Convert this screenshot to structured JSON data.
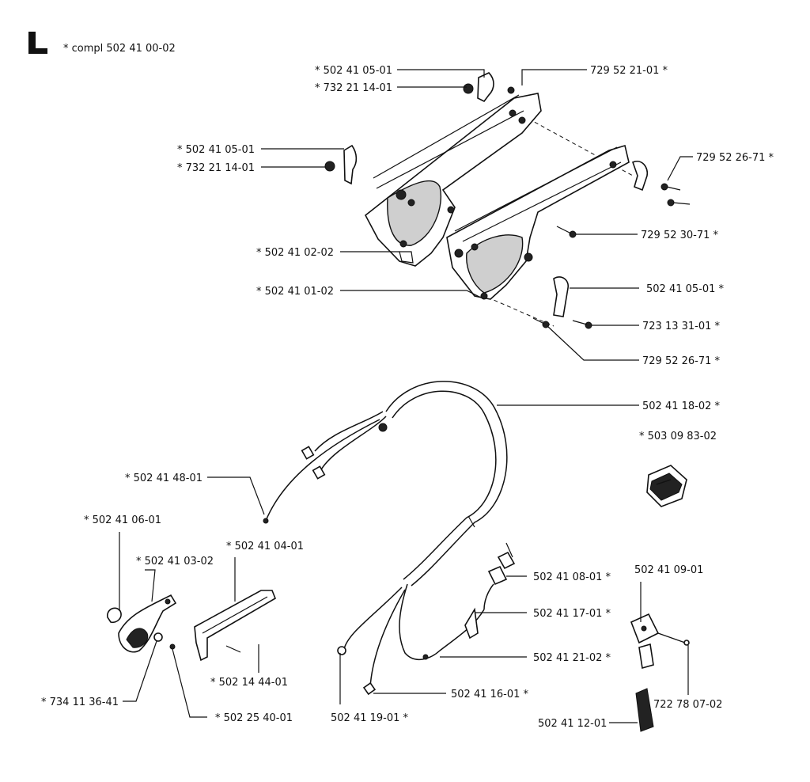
{
  "header": {
    "section_letter": "L",
    "compl_label": "* compl 502 41 00-02"
  },
  "callouts": [
    {
      "id": "c1",
      "text": "* 502 41 05-01"
    },
    {
      "id": "c2",
      "text": "* 732 21 14-01"
    },
    {
      "id": "c3",
      "text": "729 52 21-01 *"
    },
    {
      "id": "c4",
      "text": "* 502 41 05-01"
    },
    {
      "id": "c5",
      "text": "* 732 21 14-01"
    },
    {
      "id": "c6",
      "text": "729 52 26-71 *"
    },
    {
      "id": "c7",
      "text": "729 52 30-71 *"
    },
    {
      "id": "c8",
      "text": "* 502 41 02-02"
    },
    {
      "id": "c9",
      "text": "* 502 41 01-02"
    },
    {
      "id": "c10",
      "text": "502 41 05-01 *"
    },
    {
      "id": "c11",
      "text": "723 13 31-01 *"
    },
    {
      "id": "c12",
      "text": "729 52 26-71 *"
    },
    {
      "id": "c13",
      "text": "502 41 18-02 *"
    },
    {
      "id": "c14",
      "text": "* 503 09 83-02"
    },
    {
      "id": "c15",
      "text": "* 502 41 48-01"
    },
    {
      "id": "c16",
      "text": "* 502 41 06-01"
    },
    {
      "id": "c17",
      "text": "* 502 41 04-01"
    },
    {
      "id": "c18",
      "text": "* 502 41 03-02"
    },
    {
      "id": "c19",
      "text": "502 41 08-01 *"
    },
    {
      "id": "c20",
      "text": "502 41 09-01"
    },
    {
      "id": "c21",
      "text": "502 41 17-01 *"
    },
    {
      "id": "c22",
      "text": "502 41 21-02 *"
    },
    {
      "id": "c23",
      "text": "* 502 14 44-01"
    },
    {
      "id": "c24",
      "text": "* 734 11 36-41"
    },
    {
      "id": "c25",
      "text": "502 41 16-01 *"
    },
    {
      "id": "c26",
      "text": "722 78 07-02"
    },
    {
      "id": "c27",
      "text": "* 502 25 40-01"
    },
    {
      "id": "c28",
      "text": "502 41 19-01 *"
    },
    {
      "id": "c29",
      "text": "502 41 12-01"
    }
  ]
}
